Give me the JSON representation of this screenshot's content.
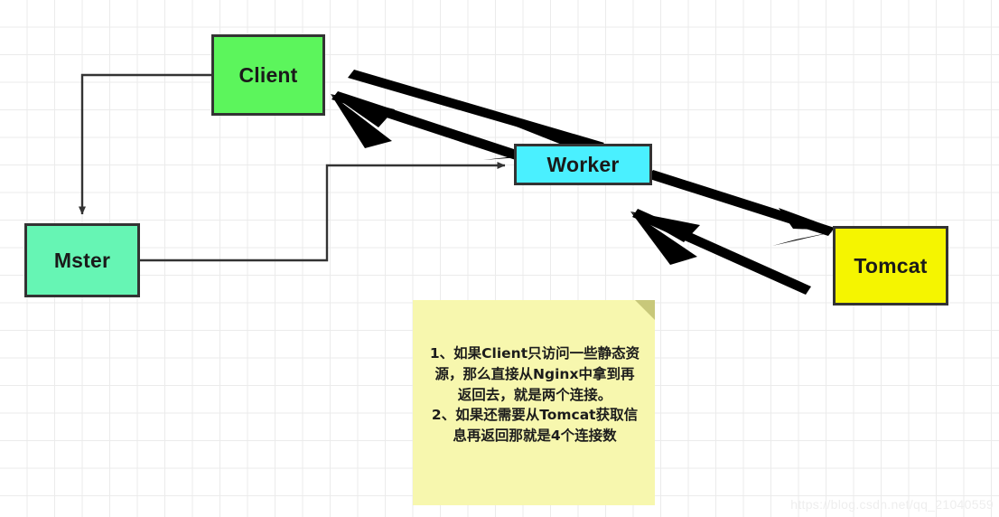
{
  "diagram": {
    "title": "Nginx Client-Worker-Tomcat connection diagram",
    "background": "#ffffff",
    "grid_color": "#ebebeb",
    "stroke_color": "#333333",
    "nodes": [
      {
        "id": "client",
        "label": "Client",
        "color": "#5cf55c"
      },
      {
        "id": "mster",
        "label": "Mster",
        "color": "#66f5b4"
      },
      {
        "id": "worker",
        "label": "Worker",
        "color": "#4af0ff"
      },
      {
        "id": "tomcat",
        "label": "Tomcat",
        "color": "#f5f500"
      }
    ],
    "connectors": [
      {
        "id": "client-to-mster",
        "from": "Client",
        "to": "Mster",
        "style": "thin-elbow-arrow"
      },
      {
        "id": "mster-to-worker",
        "from": "Mster",
        "to": "Worker",
        "style": "thin-elbow-arrow"
      },
      {
        "id": "client-worker-out",
        "from": "Client",
        "to": "Worker",
        "style": "thick-arrow"
      },
      {
        "id": "worker-client-back",
        "from": "Worker",
        "to": "Client",
        "style": "thick-arrow"
      },
      {
        "id": "worker-tomcat-out",
        "from": "Worker",
        "to": "Tomcat",
        "style": "thick-arrow"
      },
      {
        "id": "tomcat-worker-back",
        "from": "Tomcat",
        "to": "Worker",
        "style": "thick-arrow"
      }
    ]
  },
  "note": {
    "background": "#f7f7ae",
    "fold_color": "#c8c87a",
    "text": "1、如果Client只访问一些静态资\n源，那么直接从Nginx中拿到再\n返回去，就是两个连接。\n2、如果还需要从Tomcat获取信\n息再返回那就是4个连接数"
  },
  "watermark": {
    "text": "https://blog.csdn.net/qq_21040559"
  }
}
